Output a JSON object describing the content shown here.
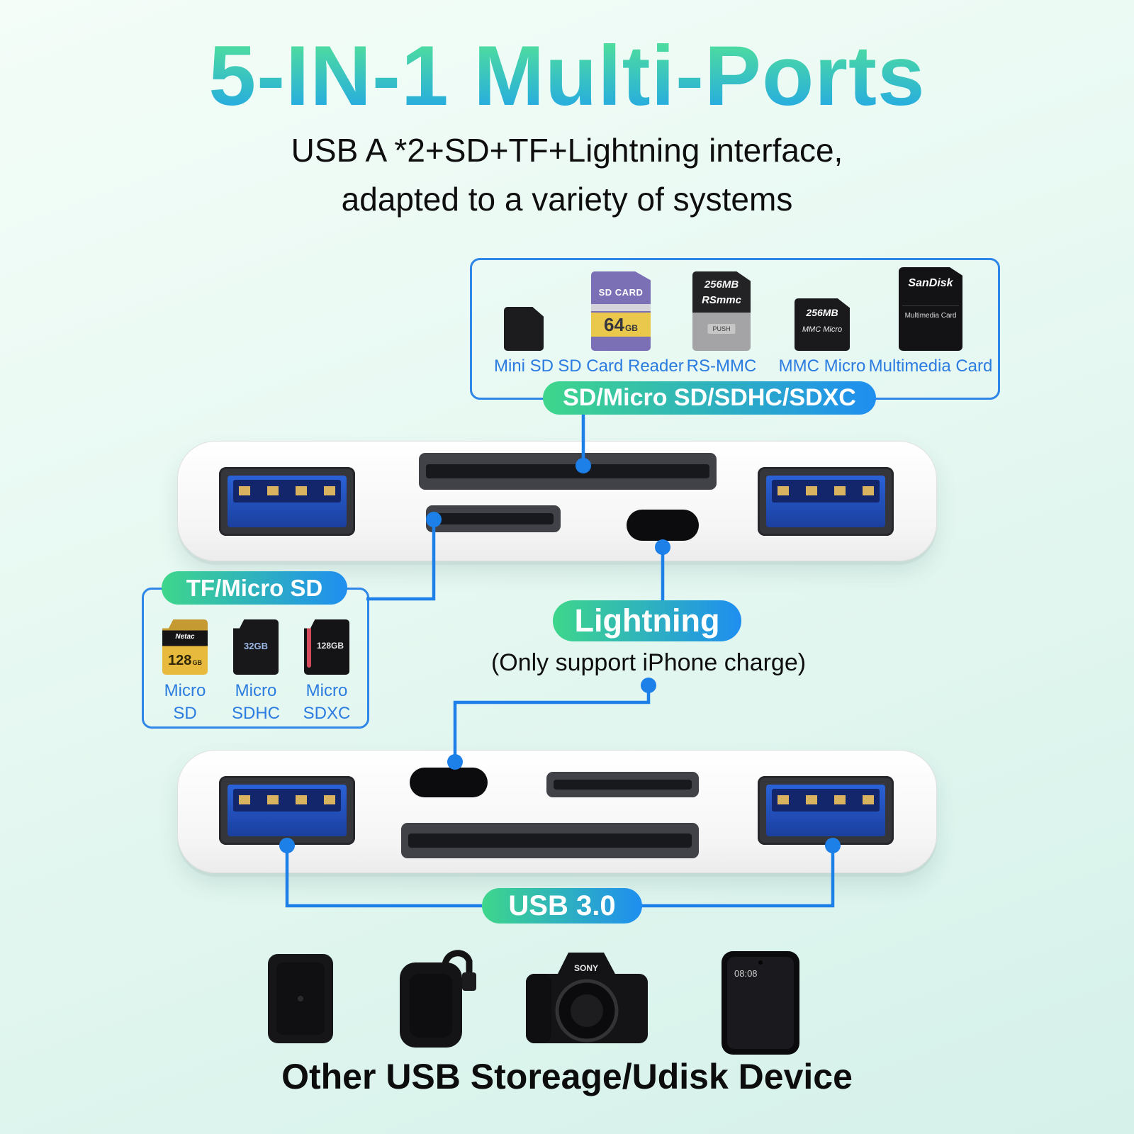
{
  "title": "5-IN-1 Multi-Ports",
  "subtitle": {
    "line1": "USB A *2+SD+TF+Lightning interface,",
    "line2": "adapted to a variety of systems"
  },
  "sd_group": {
    "banner": "SD/Micro SD/SDHC/SDXC",
    "cards": [
      {
        "label": "Mini SD"
      },
      {
        "label": "SD Card Reader",
        "card_title": "SD CARD",
        "cap_big": "64",
        "cap_small": "GB"
      },
      {
        "label": "RS-MMC",
        "size": "256MB",
        "name": "RSmmc",
        "push": "PUSH"
      },
      {
        "label": "MMC Micro",
        "size": "256MB",
        "name": "MMC Micro"
      },
      {
        "label": "Multimedia Card",
        "brand": "SanDisk",
        "name": "Multimedia Card"
      }
    ]
  },
  "tf_group": {
    "banner": "TF/Micro SD",
    "cards": [
      {
        "label1": "Micro SD",
        "label2": "",
        "brand": "Netac",
        "cap": "128",
        "unit": "GB"
      },
      {
        "label1": "Micro",
        "label2": "SDHC",
        "cap": "32GB"
      },
      {
        "label1": "Micro",
        "label2": "SDXC",
        "cap": "128GB"
      }
    ]
  },
  "lightning": {
    "banner": "Lightning",
    "note": "(Only support iPhone charge)"
  },
  "usb_group": {
    "banner": "USB 3.0"
  },
  "devices": {
    "camera_brand": "SONY",
    "phone_time": "08:08"
  },
  "footer": "Other USB Storeage/Udisk Device",
  "colors": {
    "accent_green": "#3ed68b",
    "accent_blue": "#1f8ef0",
    "connector": "#1d7fe8",
    "label_blue": "#2b7ce0"
  }
}
